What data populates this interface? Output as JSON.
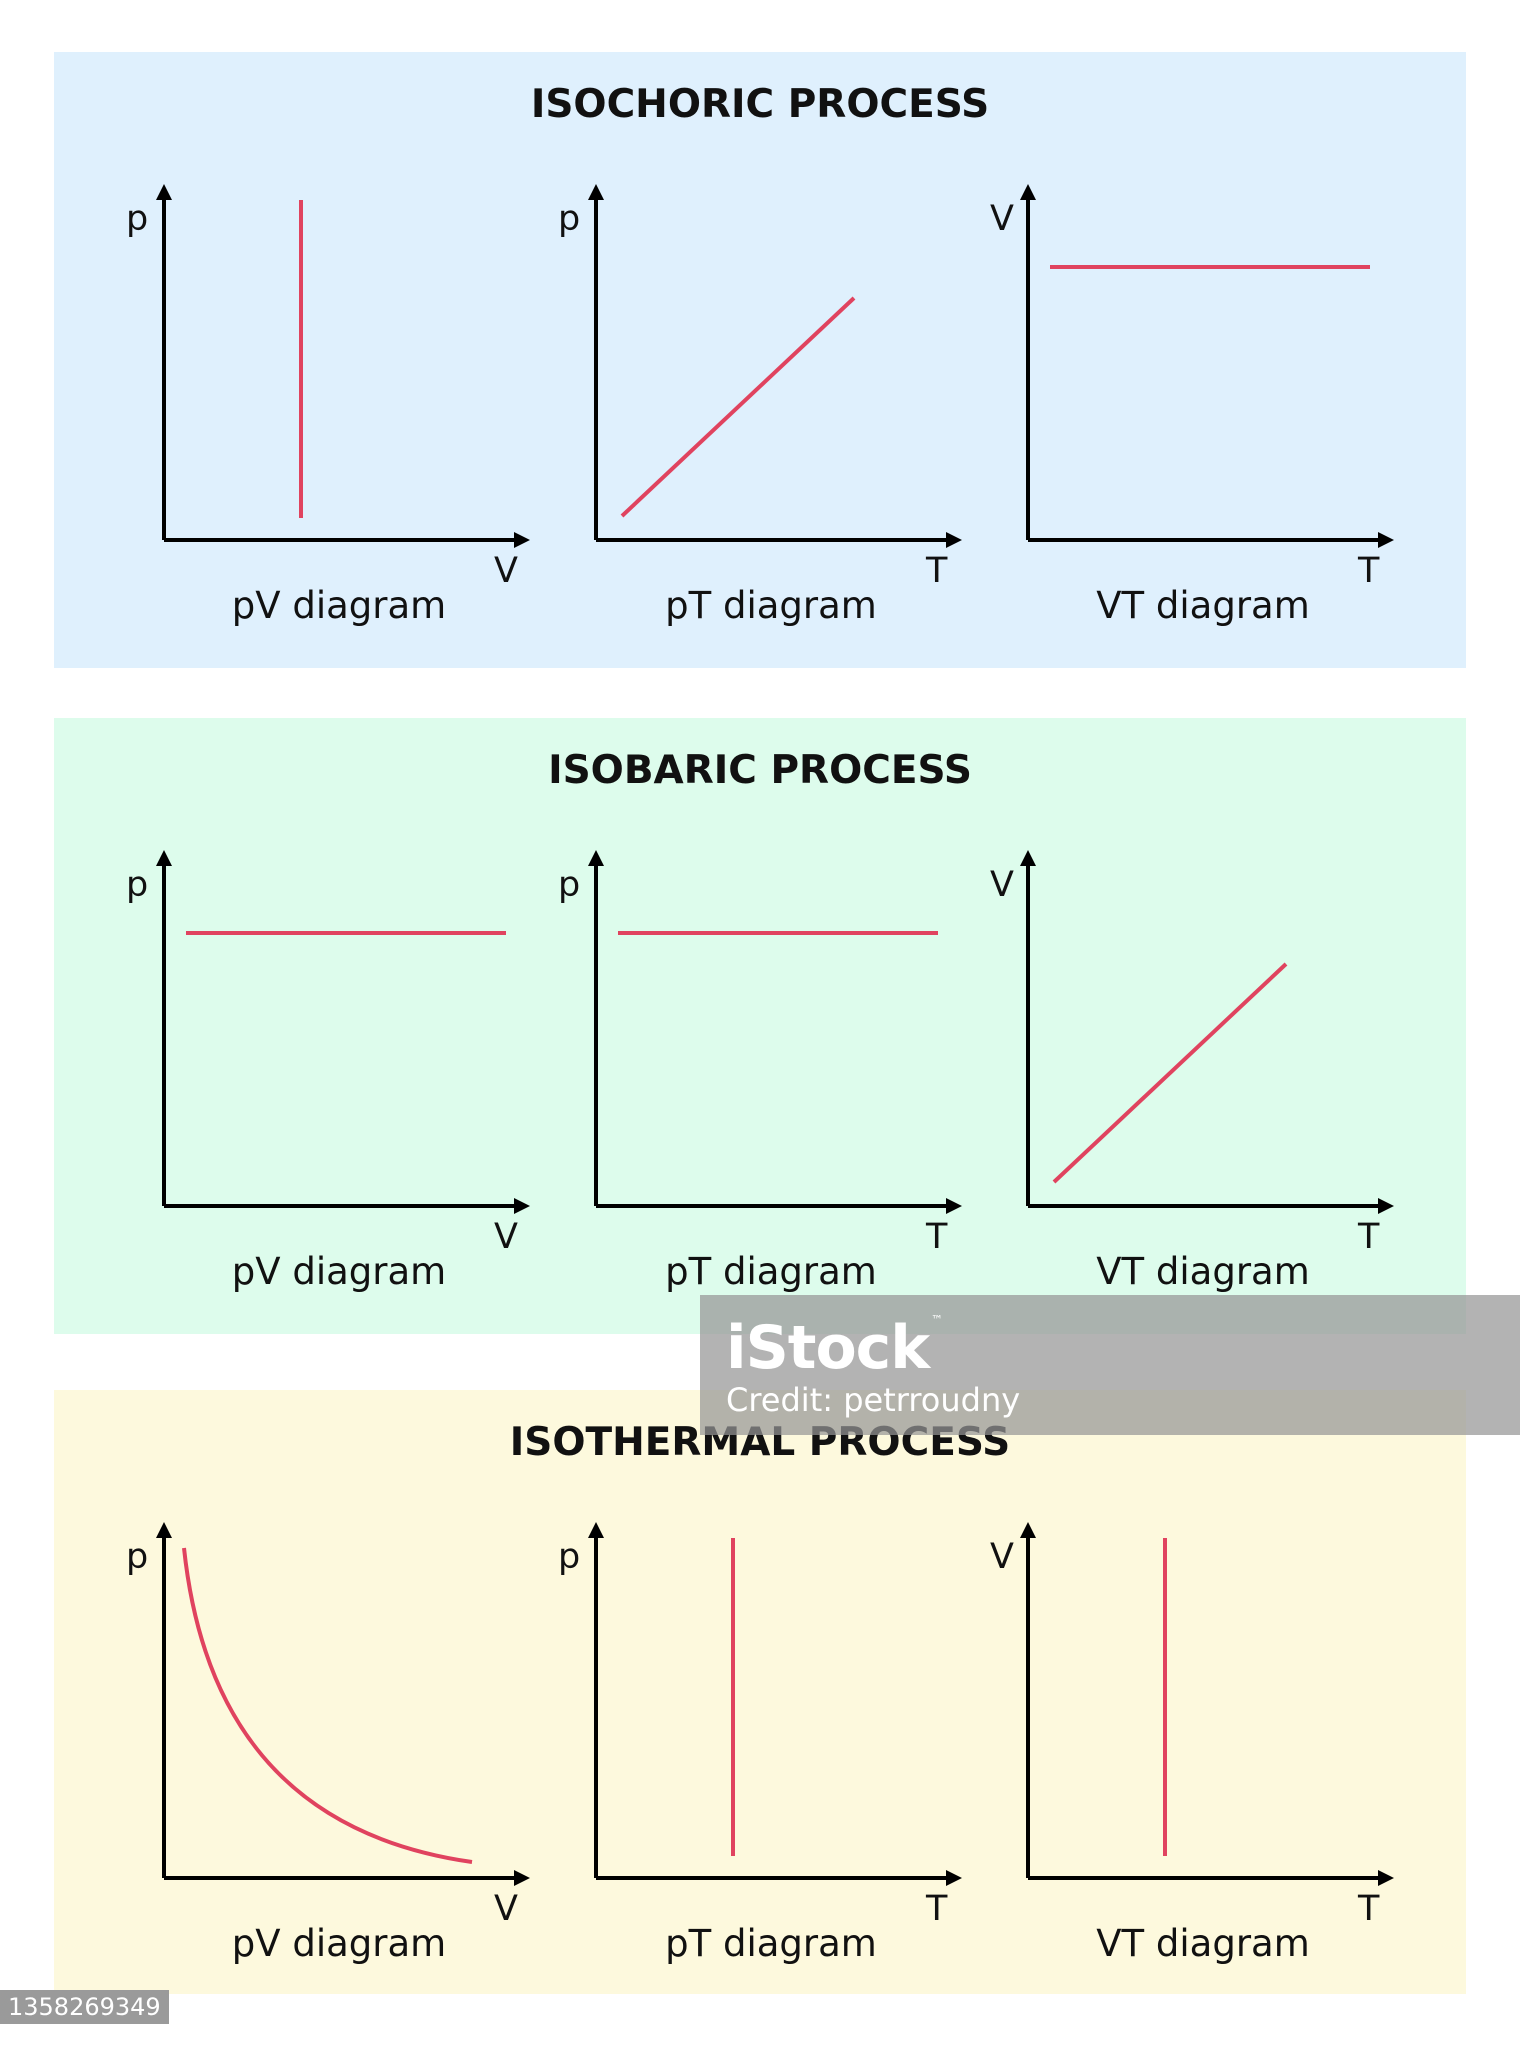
{
  "colors": {
    "isochoric_bg": "#dff0fd",
    "isobaric_bg": "#ddfcec",
    "isothermal_bg": "#fdf9dd",
    "curve": "#e0435f",
    "axis": "#000000"
  },
  "panels": [
    {
      "title": "ISOCHORIC PROCESS",
      "diagrams": [
        {
          "y_label": "p",
          "x_label": "V",
          "caption": "pV diagram",
          "curve": "vertical-line"
        },
        {
          "y_label": "p",
          "x_label": "T",
          "caption": "pT diagram",
          "curve": "rising-line"
        },
        {
          "y_label": "V",
          "x_label": "T",
          "caption": "VT diagram",
          "curve": "horizontal-line"
        }
      ]
    },
    {
      "title": "ISOBARIC PROCESS",
      "diagrams": [
        {
          "y_label": "p",
          "x_label": "V",
          "caption": "pV diagram",
          "curve": "horizontal-line"
        },
        {
          "y_label": "p",
          "x_label": "T",
          "caption": "pT diagram",
          "curve": "horizontal-line"
        },
        {
          "y_label": "V",
          "x_label": "T",
          "caption": "VT diagram",
          "curve": "rising-line"
        }
      ]
    },
    {
      "title": "ISOTHERMAL PROCESS",
      "diagrams": [
        {
          "y_label": "p",
          "x_label": "V",
          "caption": "pV diagram",
          "curve": "hyperbola"
        },
        {
          "y_label": "p",
          "x_label": "T",
          "caption": "pT diagram",
          "curve": "vertical-line"
        },
        {
          "y_label": "V",
          "x_label": "T",
          "caption": "VT diagram",
          "curve": "vertical-line"
        }
      ]
    }
  ],
  "watermark": {
    "logo": "iStock",
    "trademark": "™",
    "credit": "Credit: petrroudny"
  },
  "stock_id": "1358269349"
}
